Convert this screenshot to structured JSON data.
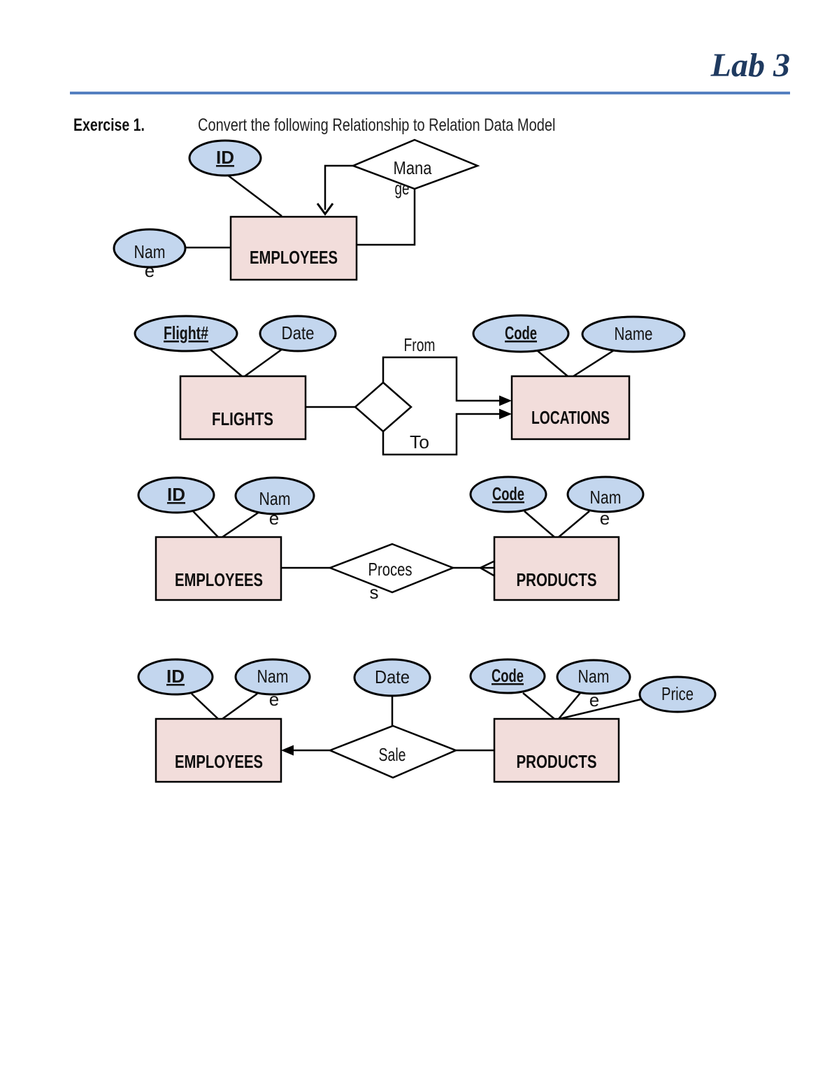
{
  "page": {
    "title": "Lab 3",
    "exercise_label": "Exercise 1.",
    "exercise_text": "Convert the following Relationship to Relation Data Model"
  },
  "colors": {
    "title_text": "#1f3a60",
    "title_rule": "#5580c0",
    "entity_fill": "#f2dddb",
    "attribute_fill": "#c3d6ee",
    "shape_stroke": "#000000"
  },
  "diagram_manage": {
    "entity": "EMPLOYEES",
    "relationship_line1": "Mana",
    "relationship_line2": "ge",
    "attr_id": "ID",
    "attr_name_line1": "Nam",
    "attr_name_line2": "e"
  },
  "diagram_flights": {
    "entity_flights": "FLIGHTS",
    "entity_locations": "LOCATIONS",
    "attr_flight_no": "Flight#",
    "attr_date": "Date",
    "attr_code": "Code",
    "attr_name": "Name",
    "label_from": "From",
    "label_to": "To"
  },
  "diagram_process": {
    "entity_employees": "EMPLOYEES",
    "entity_products": "PRODUCTS",
    "relationship_line1": "Proces",
    "relationship_line2": "s",
    "attr_id": "ID",
    "attr_name_line1": "Nam",
    "attr_name_line2": "e",
    "attr_code": "Code",
    "attr_name2_line1": "Nam",
    "attr_name2_line2": "e"
  },
  "diagram_sale": {
    "entity_employees": "EMPLOYEES",
    "entity_products": "PRODUCTS",
    "relationship": "Sale",
    "attr_id": "ID",
    "attr_name_line1": "Nam",
    "attr_name_line2": "e",
    "attr_date": "Date",
    "attr_code": "Code",
    "attr_name2_line1": "Nam",
    "attr_name2_line2": "e",
    "attr_price": "Price"
  }
}
